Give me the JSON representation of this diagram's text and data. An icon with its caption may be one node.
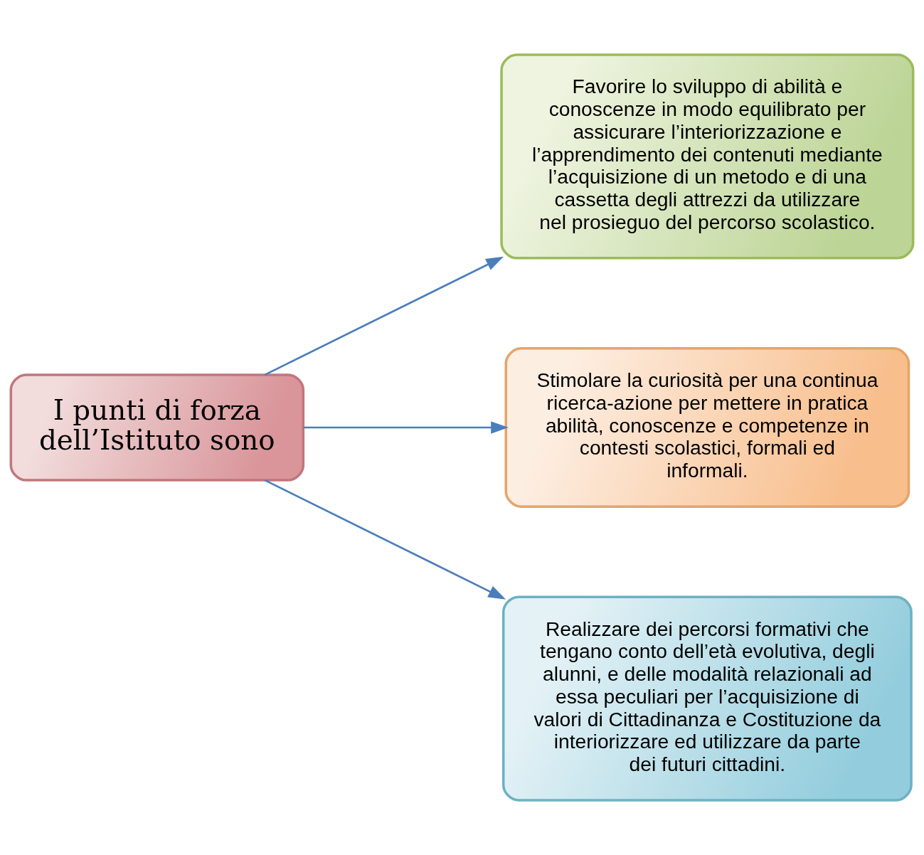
{
  "diagram": {
    "nodes": [
      {
        "text": [
          "I punti di forza dell’Istituto sono"
        ]
      },
      {
        "text": [
          "Favorire lo sviluppo di abilità e conoscenze in modo equilibrato per assicurare l’interiorizzazione e l’apprendimento dei contenuti mediante l’acquisizione di un metodo e di una cassetta degli attrezzi da utilizzare nel prosieguo del percorso scolastico."
        ]
      },
      {
        "text": [
          "Stimolare la curiosità per una continua ricerca-azione per mettere in pratica abilità, conoscenze e competenze in contesti scolastici, formali ed informali."
        ]
      },
      {
        "text": [
          "Realizzare dei percorsi formativi che tengano conto dell’età evolutiva, degli alunni, e delle modalità relazionali ad essa peculiari per l’acquisizione di valori di Cittadinanza e Costituzione da interiorizzare ed utilizzare da parte dei futuri cittadini."
        ]
      }
    ],
    "edges": [
      {
        "from": 0,
        "to": 1,
        "arrow": "to"
      },
      {
        "from": 0,
        "to": 2,
        "arrow": "to"
      },
      {
        "from": 0,
        "to": 3,
        "arrow": "to"
      }
    ]
  }
}
